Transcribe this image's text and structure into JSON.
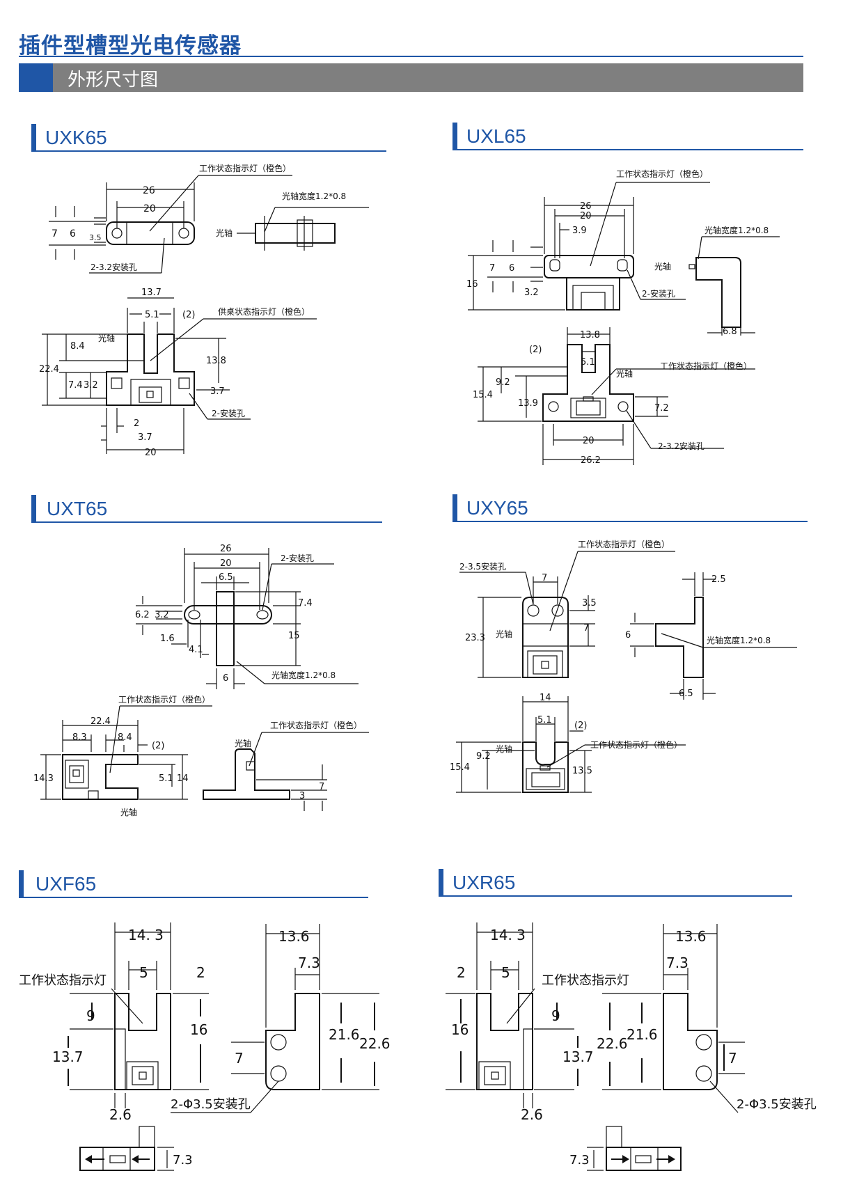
{
  "header": {
    "title": "插件型槽型光电传感器",
    "banner": "外形尺寸图"
  },
  "sections": {
    "uxk65": {
      "name": "UXK65",
      "labels": {
        "indicator": "工作状态指示灯（橙色）",
        "shaft_width": "光轴宽度1.2*0.8",
        "shaft": "光轴",
        "mount_holes": "2-3.2安装孔",
        "power_indicator": "供桌状态指示灯（橙色）",
        "shaft2": "光轴",
        "mount2": "2-安装孔"
      },
      "dims": [
        "26",
        "20",
        "7",
        "6",
        "3.5",
        "13.7",
        "5.1",
        "(2)",
        "8.4",
        "22.4",
        "13.8",
        "7.4",
        "3.2",
        "3.7",
        "2",
        "3.7",
        "20"
      ]
    },
    "uxl65": {
      "name": "UXL65",
      "labels": {
        "indicator": "工作状态指示灯（橙色）",
        "shaft_width": "光轴宽度1.2*0.8",
        "shaft": "光轴",
        "mount": "2-安装孔",
        "shaft2": "光轴",
        "indicator2": "工作状态指示灯（橙色）",
        "mount2": "2-3.2安装孔"
      },
      "dims": [
        "26",
        "20",
        "3.9",
        "7",
        "6",
        "16",
        "3.2",
        "6.8",
        "13.8",
        "(2)",
        "5.1",
        "9.2",
        "15.4",
        "13.9",
        "7.2",
        "20",
        "26.2"
      ]
    },
    "uxt65": {
      "name": "UXT65",
      "labels": {
        "mount": "2-安装孔",
        "shaft_width": "光轴宽度1.2*0.8",
        "indicator": "工作状态指示灯（橙色）",
        "indicator2": "工作状态指示灯（橙色）",
        "shaft": "光轴",
        "shaft2": "光轴"
      },
      "dims": [
        "26",
        "20",
        "6.5",
        "7.4",
        "6.2",
        "3.2",
        "15",
        "1.6",
        "4.1",
        "6",
        "22.4",
        "8.3",
        "8.4",
        "(2)",
        "14.3",
        "5.1",
        "14",
        "7",
        "3"
      ]
    },
    "uxy65": {
      "name": "UXY65",
      "labels": {
        "indicator": "工作状态指示灯（橙色）",
        "mount": "2-3.5安装孔",
        "shaft": "光轴",
        "shaft_width": "光轴宽度1.2*0.8",
        "shaft2": "光轴",
        "indicator2": "工作状态指示灯（橙色）"
      },
      "dims": [
        "7",
        "3.5",
        "23.3",
        "7",
        "2.5",
        "6",
        "6.5",
        "14",
        "5.1",
        "(2)",
        "9.2",
        "15.4",
        "13.5"
      ]
    },
    "uxf65": {
      "name": "UXF65",
      "labels": {
        "indicator": "工作状态指示灯",
        "mount": "2-Φ3.5安装孔"
      },
      "dims": [
        "14. 3",
        "5",
        "2",
        "9",
        "16",
        "13.7",
        "2.6",
        "13.6",
        "7.3",
        "21.6",
        "22.6",
        "7",
        "7.3"
      ]
    },
    "uxr65": {
      "name": "UXR65",
      "labels": {
        "indicator": "工作状态指示灯",
        "mount": "2-Φ3.5安装孔"
      },
      "dims": [
        "14. 3",
        "2",
        "5",
        "16",
        "9",
        "13.7",
        "2.6",
        "13.6",
        "7.3",
        "22.6",
        "21.6",
        "7",
        "7.3"
      ]
    }
  }
}
